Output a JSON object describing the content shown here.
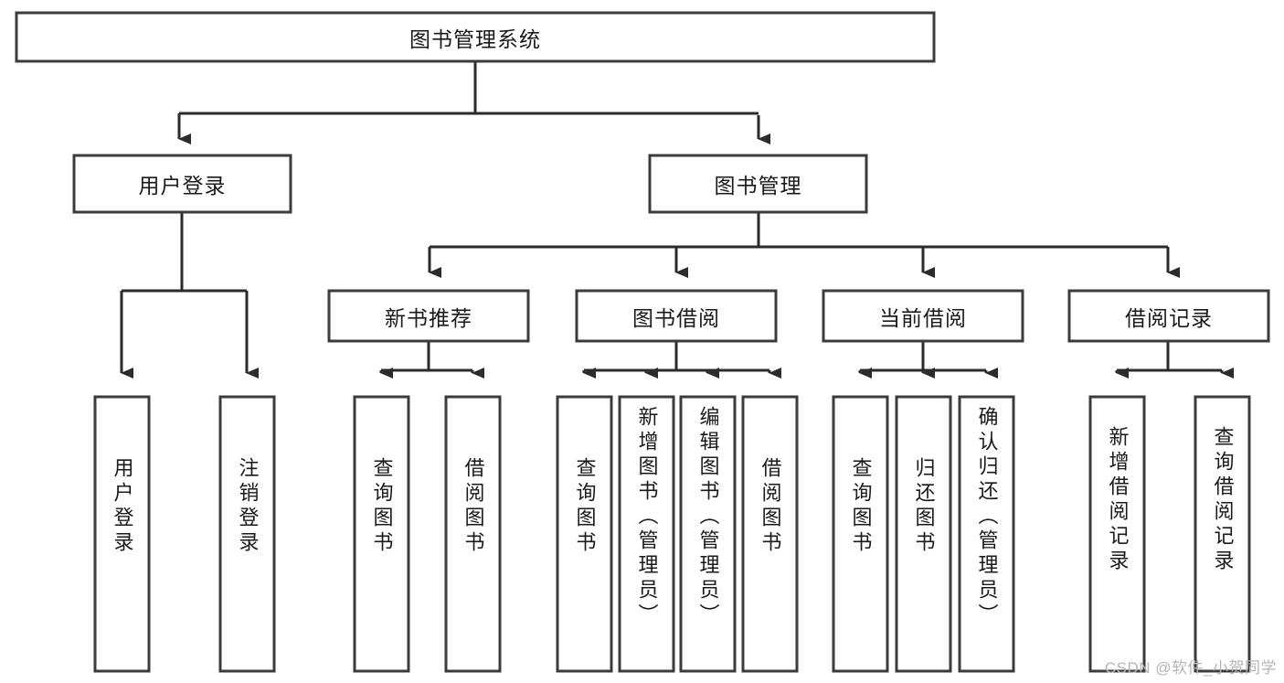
{
  "diagram": {
    "type": "tree",
    "title": "图书管理系统",
    "watermark": "CSDN @软件_小贺同学",
    "colors": {
      "box_stroke": "#3b3b3b",
      "box_fill": "#ffffff",
      "connector": "#2b2b2b",
      "text": "#1a1a1a",
      "watermark": "#b6b6b6",
      "background": "#ffffff"
    },
    "root": {
      "id": "root",
      "label": "图书管理系统"
    },
    "level2": [
      {
        "id": "user-login",
        "label": "用户登录"
      },
      {
        "id": "book-management",
        "label": "图书管理"
      }
    ],
    "level3": [
      {
        "id": "new-book-recommend",
        "label": "新书推荐",
        "parent": "book-management"
      },
      {
        "id": "book-borrow",
        "label": "图书借阅",
        "parent": "book-management"
      },
      {
        "id": "current-borrow",
        "label": "当前借阅",
        "parent": "book-management"
      },
      {
        "id": "borrow-record",
        "label": "借阅记录",
        "parent": "book-management"
      }
    ],
    "leaves": [
      {
        "id": "leaf-user-login",
        "label": "用户登录",
        "parent": "user-login"
      },
      {
        "id": "leaf-logout-login",
        "label": "注销登录",
        "parent": "user-login"
      },
      {
        "id": "leaf-query-book-1",
        "label": "查询图书",
        "parent": "new-book-recommend"
      },
      {
        "id": "leaf-borrow-book-1",
        "label": "借阅图书",
        "parent": "new-book-recommend"
      },
      {
        "id": "leaf-query-book-2",
        "label": "查询图书",
        "parent": "book-borrow"
      },
      {
        "id": "leaf-add-book",
        "label": "新增图书（管理员）",
        "parent": "book-borrow"
      },
      {
        "id": "leaf-edit-book",
        "label": "编辑图书（管理员）",
        "parent": "book-borrow"
      },
      {
        "id": "leaf-borrow-book-2",
        "label": "借阅图书",
        "parent": "book-borrow"
      },
      {
        "id": "leaf-query-book-3",
        "label": "查询图书",
        "parent": "current-borrow"
      },
      {
        "id": "leaf-return-book",
        "label": "归还图书",
        "parent": "current-borrow"
      },
      {
        "id": "leaf-confirm-return",
        "label": "确认归还（管理员）",
        "parent": "current-borrow"
      },
      {
        "id": "leaf-add-record",
        "label": "新增借阅记录",
        "parent": "borrow-record"
      },
      {
        "id": "leaf-query-record",
        "label": "查询借阅记录",
        "parent": "borrow-record"
      }
    ]
  }
}
